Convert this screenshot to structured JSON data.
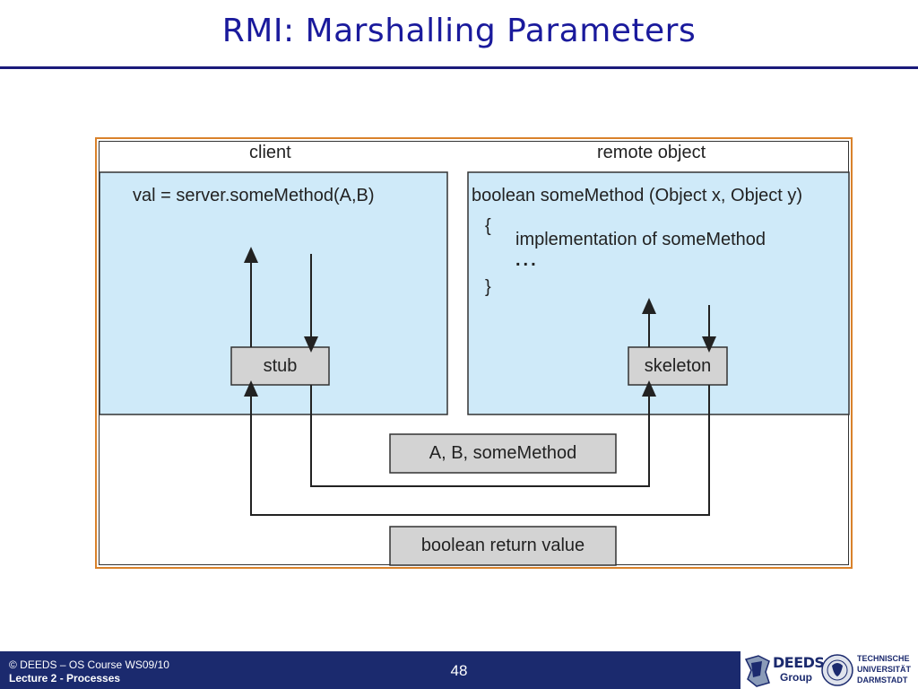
{
  "slide": {
    "title": "RMI: Marshalling Parameters"
  },
  "diagram": {
    "client_label": "client",
    "remote_label": "remote object",
    "client_call": "val = server.someMethod(A,B)",
    "method_signature": "boolean someMethod (Object x, Object y)",
    "open_brace": "{",
    "implementation": "implementation of someMethod",
    "ellipsis": "...",
    "close_brace": "}",
    "stub_label": "stub",
    "skeleton_label": "skeleton",
    "request_message": "A, B, someMethod",
    "response_message": "boolean return value",
    "colors": {
      "panel": "#cfeaf9",
      "box": "#d3d3d3",
      "frame": "#d9822b"
    }
  },
  "footer": {
    "line1": "© DEEDS – OS Course WS09/10",
    "line2": "Lecture 2 - Processes",
    "page_number": "48",
    "logo_deeds": "DEEDS",
    "logo_group": "Group",
    "logo_tu": [
      "TECHNISCHE",
      "UNIVERSITÄT",
      "DARMSTADT"
    ]
  }
}
